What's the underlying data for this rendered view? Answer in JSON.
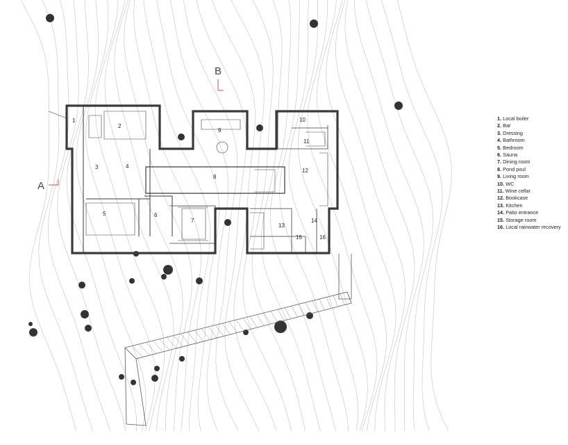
{
  "section_markers": {
    "a": "A",
    "b": "B"
  },
  "room_numbers": [
    "1",
    "2",
    "3",
    "4",
    "5",
    "6",
    "7",
    "8",
    "9",
    "10",
    "11",
    "12",
    "13",
    "14",
    "15",
    "16"
  ],
  "legend": [
    {
      "num": "1.",
      "label": "Local boiler"
    },
    {
      "num": "2.",
      "label": "Bar"
    },
    {
      "num": "3.",
      "label": "Dressing"
    },
    {
      "num": "4.",
      "label": "Bathroom"
    },
    {
      "num": "5.",
      "label": "Bedroom"
    },
    {
      "num": "6.",
      "label": "Sauna"
    },
    {
      "num": "7.",
      "label": "Dining room"
    },
    {
      "num": "8.",
      "label": "Pond poul"
    },
    {
      "num": "9.",
      "label": "Living room"
    },
    {
      "num": "10.",
      "label": "WC"
    },
    {
      "num": "11.",
      "label": "Wine cellar"
    },
    {
      "num": "12.",
      "label": "Bookcase"
    },
    {
      "num": "13.",
      "label": "Kitchen"
    },
    {
      "num": "14.",
      "label": "Patio entrance"
    },
    {
      "num": "15.",
      "label": "Storage room"
    },
    {
      "num": "16.",
      "label": "Local rainwater recovery"
    }
  ],
  "colors": {
    "ink": "#222222",
    "contour": "#c9c9c9",
    "marker": "#d84848",
    "wall": "#3a3a3a"
  }
}
